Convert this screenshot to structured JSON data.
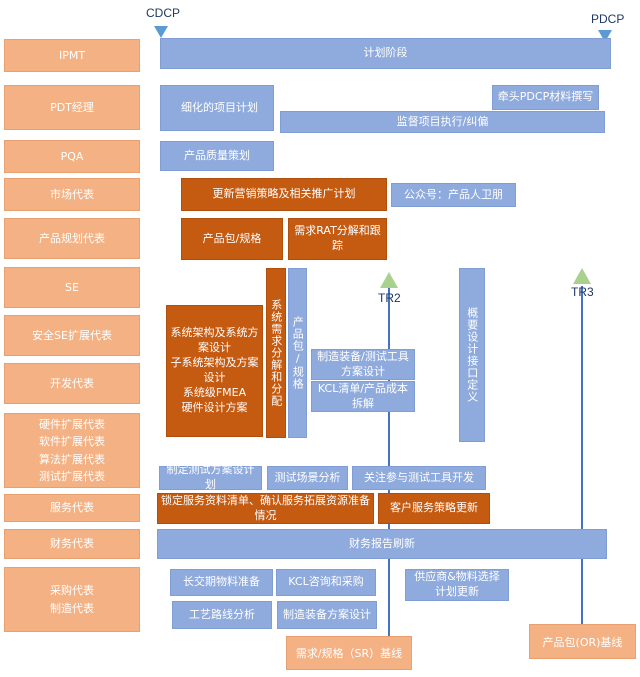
{
  "milestones": {
    "start": "CDCP",
    "end": "PDCP"
  },
  "gates": {
    "tr2": "TR2",
    "tr3": "TR3"
  },
  "roles": {
    "ipmt": "IPMT",
    "pdt": "PDT经理",
    "pqa": "PQA",
    "market": "市场代表",
    "planning": "产品规划代表",
    "se": "SE",
    "safety_se": "安全SE扩展代表",
    "dev": "开发代表",
    "ext": "硬件扩展代表\n软件扩展代表\n算法扩展代表\n测试扩展代表",
    "service": "服务代表",
    "finance": "财务代表",
    "purchase": "采购代表\n制造代表"
  },
  "tasks": {
    "plan_stage": "计划阶段",
    "lead_pdcp": "牵头PDCP材料撰写",
    "detail_plan": "细化的项目计划",
    "supervise": "监督项目执行/纠偏",
    "quality_plan": "产品质量策划",
    "marketing": "更新营销策略及相关推广计划",
    "wechat": "公众号：产品人卫朋",
    "package_spec": "产品包/规格",
    "rat": "需求RAT分解和跟踪",
    "sys_decomp": "系统需求分解和分配",
    "pkg_vertical": "产品包/规格",
    "arch": "系统架构及系统方案设计\n子系统架构及方案设计\n系统级FMEA\n硬件设计方案",
    "mfg_tooling": "制造装备/测试工具方案设计",
    "kcl_cost": "KCL清单/产品成本拆解",
    "interface": "概要设计接口定义",
    "test_plan": "制定测试方案设计划",
    "test_scenario": "测试场景分析",
    "test_tools": "关注参与测试工具开发",
    "service_list": "锁定服务资料清单、确认服务拓展资源准备情况",
    "customer_service": "客户服务策略更新",
    "finance_refresh": "财务报告刷新",
    "long_lead": "长交期物料准备",
    "kcl_purchase": "KCL咨询和采购",
    "supplier": "供应商&物料选择计划更新",
    "process_route": "工艺路线分析",
    "mfg_plan": "制造装备方案设计",
    "sr_baseline": "需求/规格（SR）基线",
    "or_baseline": "产品包(OR)基线"
  }
}
